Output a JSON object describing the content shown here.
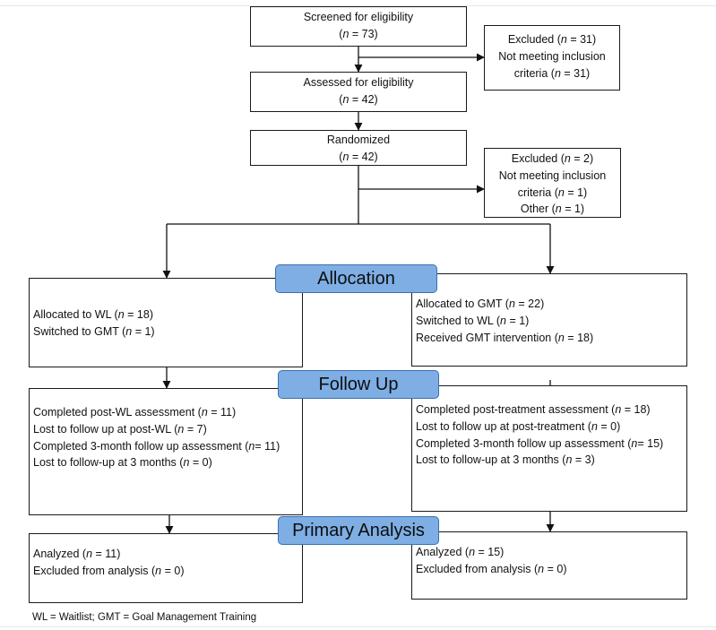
{
  "screened": {
    "title": "Screened for eligibility",
    "count": "(n = 73)"
  },
  "excluded_screening": {
    "title": "Excluded (n = 31)",
    "reason_line1": "Not meeting inclusion",
    "reason_line2": "criteria (n = 31)"
  },
  "assessed": {
    "title": "Assessed for eligibility",
    "count": "(n = 42)"
  },
  "randomized": {
    "title": "Randomized",
    "count": "(n = 42)"
  },
  "excluded_randomization": {
    "title": "Excluded (n = 2)",
    "reason_line1": "Not meeting inclusion",
    "reason_line2": "criteria (n = 1)",
    "other": "Other (n = 1)"
  },
  "stages": {
    "allocation": "Allocation",
    "follow_up": "Follow Up",
    "primary_analysis": "Primary Analysis"
  },
  "wl_arm": {
    "allocation": [
      "Allocated to WL (n = 18)",
      "Switched to GMT (n = 1)"
    ],
    "follow_up": [
      "Completed post-WL assessment (n = 11)",
      "Lost to follow up at post-WL (n = 7)",
      "Completed 3-month follow up assessment (n= 11)",
      "Lost to follow-up at 3 months (n = 0)"
    ],
    "analysis": [
      "Analyzed (n = 11)",
      "Excluded from analysis (n = 0)"
    ]
  },
  "gmt_arm": {
    "allocation": [
      "Allocated to GMT (n = 22)",
      "Switched to WL (n = 1)",
      "Received GMT intervention (n = 18)"
    ],
    "follow_up": [
      "Completed post-treatment assessment (n = 18)",
      "Lost to follow up at post-treatment (n = 0)",
      "Completed 3-month follow up assessment (n= 15)",
      "Lost to follow-up at 3 months (n = 3)"
    ],
    "analysis": [
      "Analyzed (n = 15)",
      "Excluded from analysis (n = 0)"
    ]
  },
  "footnote": "WL = Waitlist; GMT = Goal Management Training"
}
